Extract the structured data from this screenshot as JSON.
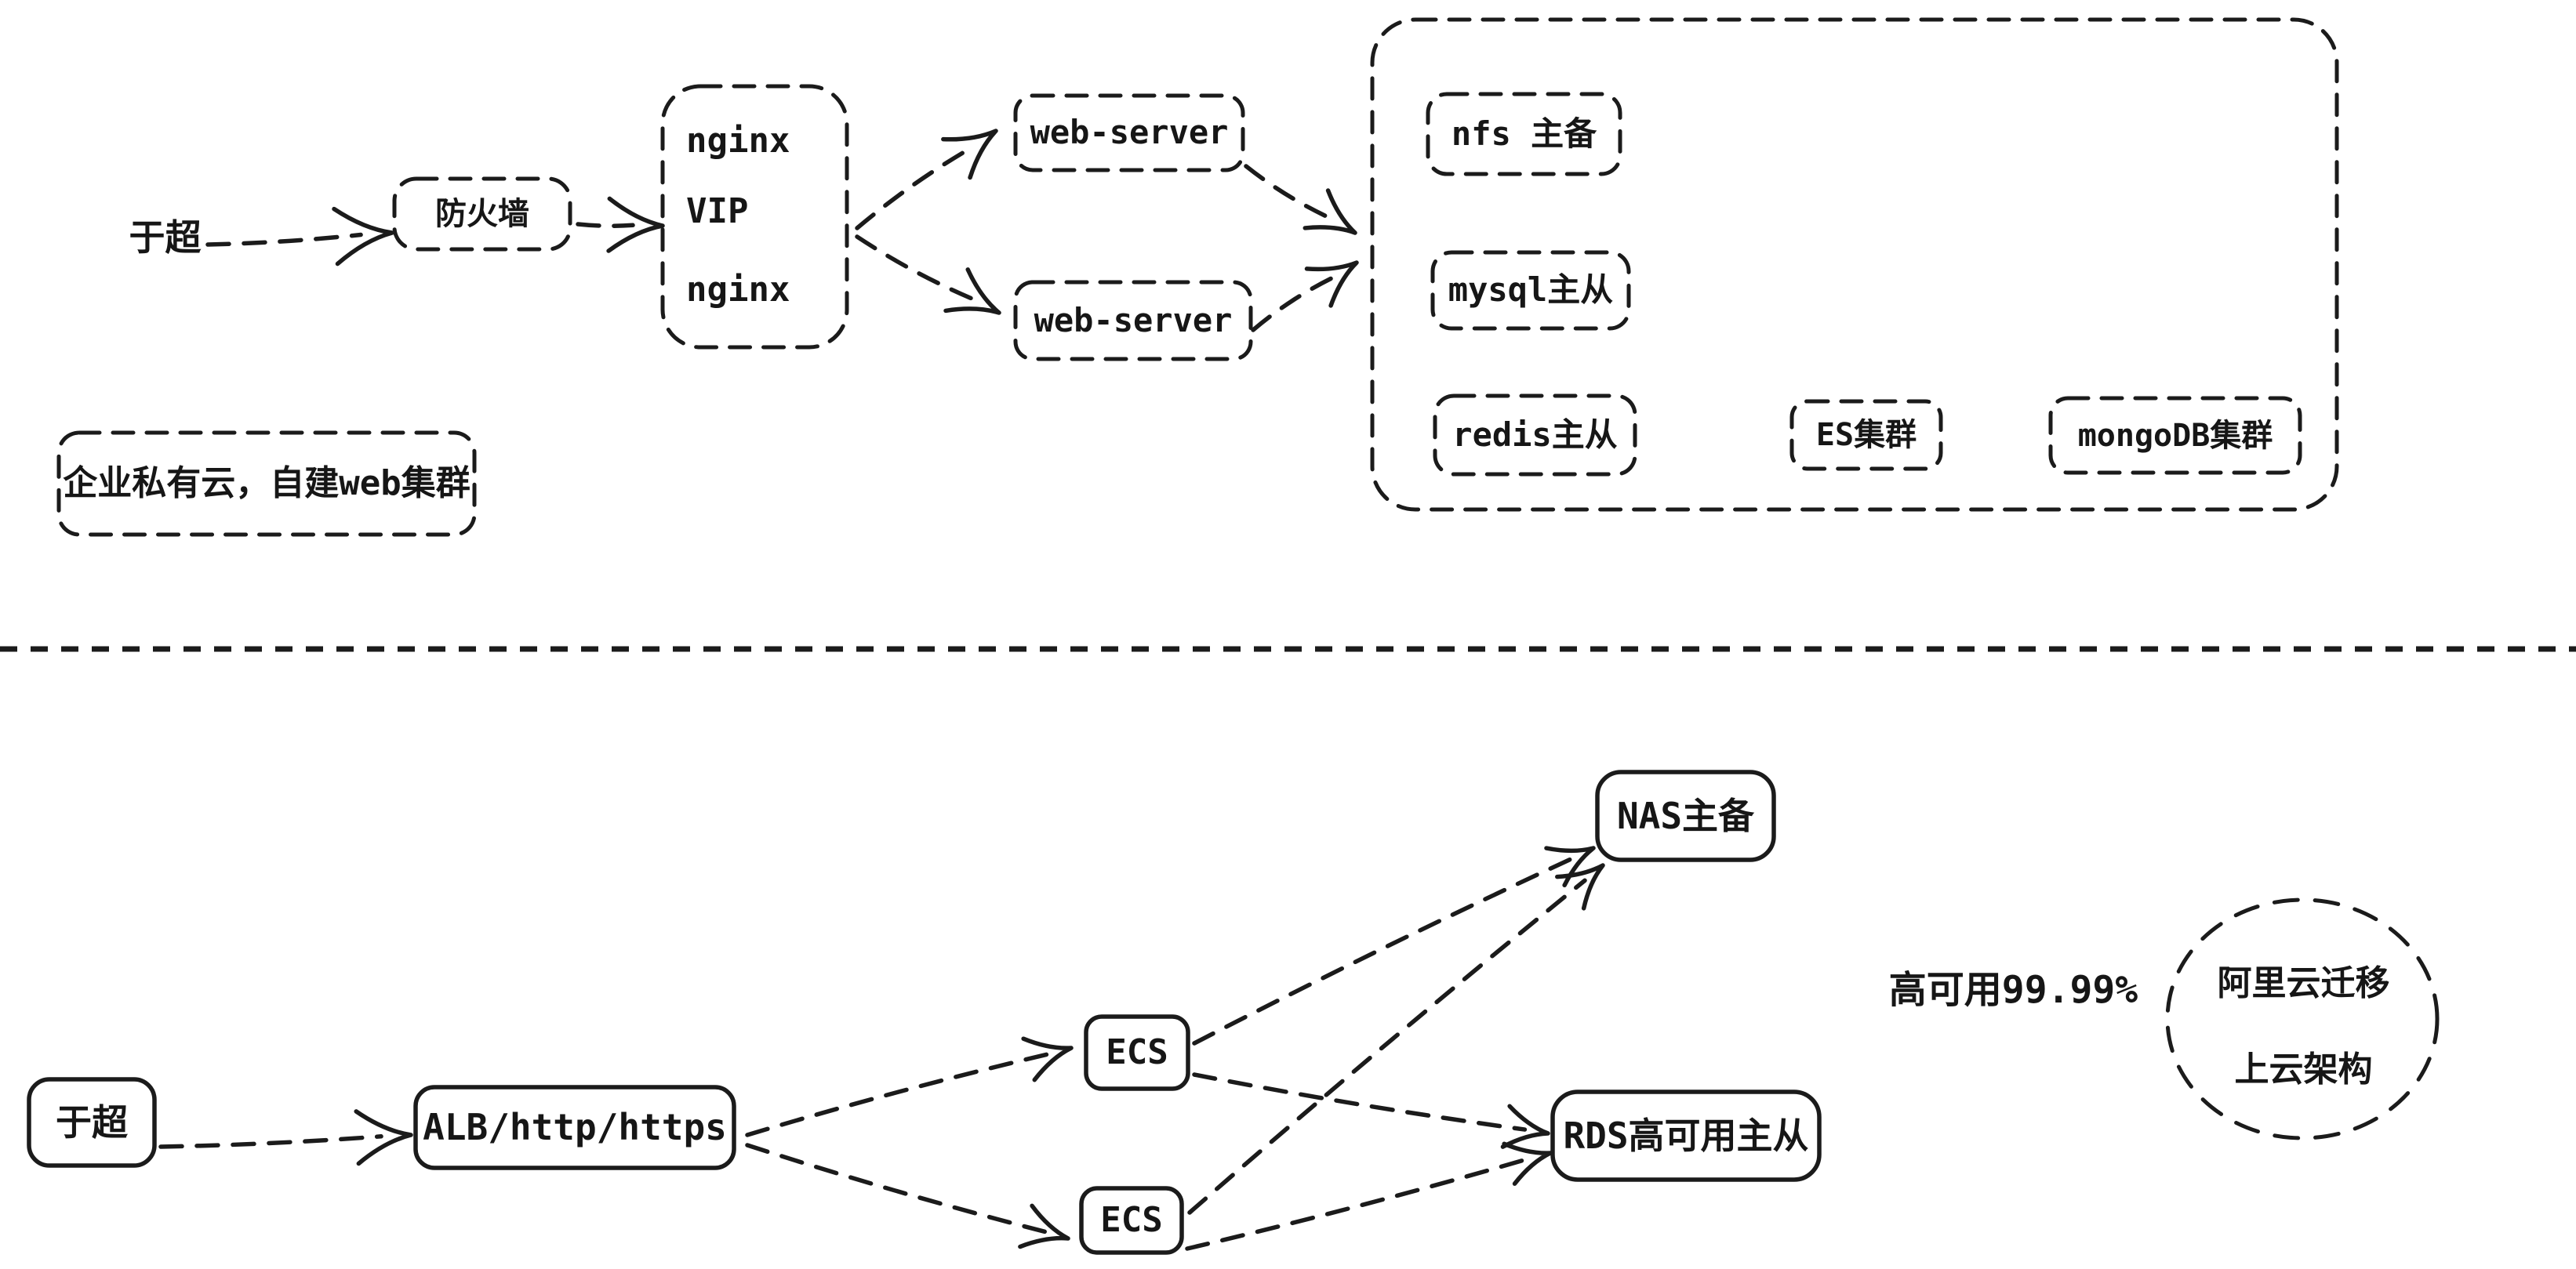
{
  "diagram": {
    "colors": {
      "ink": "#1b1b1b",
      "background": "#ffffff"
    },
    "top": {
      "user": "于超",
      "firewall": "防火墙",
      "lb": {
        "line1": "nginx",
        "line2": "VIP",
        "line3": "nginx"
      },
      "web_server_1": "web-server",
      "web_server_2": "web-server",
      "cluster": {
        "nfs": "nfs 主备",
        "mysql": "mysql主从",
        "redis": "redis主从",
        "es": "ES集群",
        "mongodb": "mongoDB集群"
      },
      "caption": "企业私有云，自建web集群"
    },
    "bottom": {
      "user": "于超",
      "alb": "ALB/http/https",
      "ecs_1": "ECS",
      "ecs_2": "ECS",
      "nas": "NAS主备",
      "rds": "RDS高可用主从",
      "availability": "高可用99.99%",
      "circle_line_1": "阿里云迁移",
      "circle_line_2": "上云架构"
    }
  }
}
